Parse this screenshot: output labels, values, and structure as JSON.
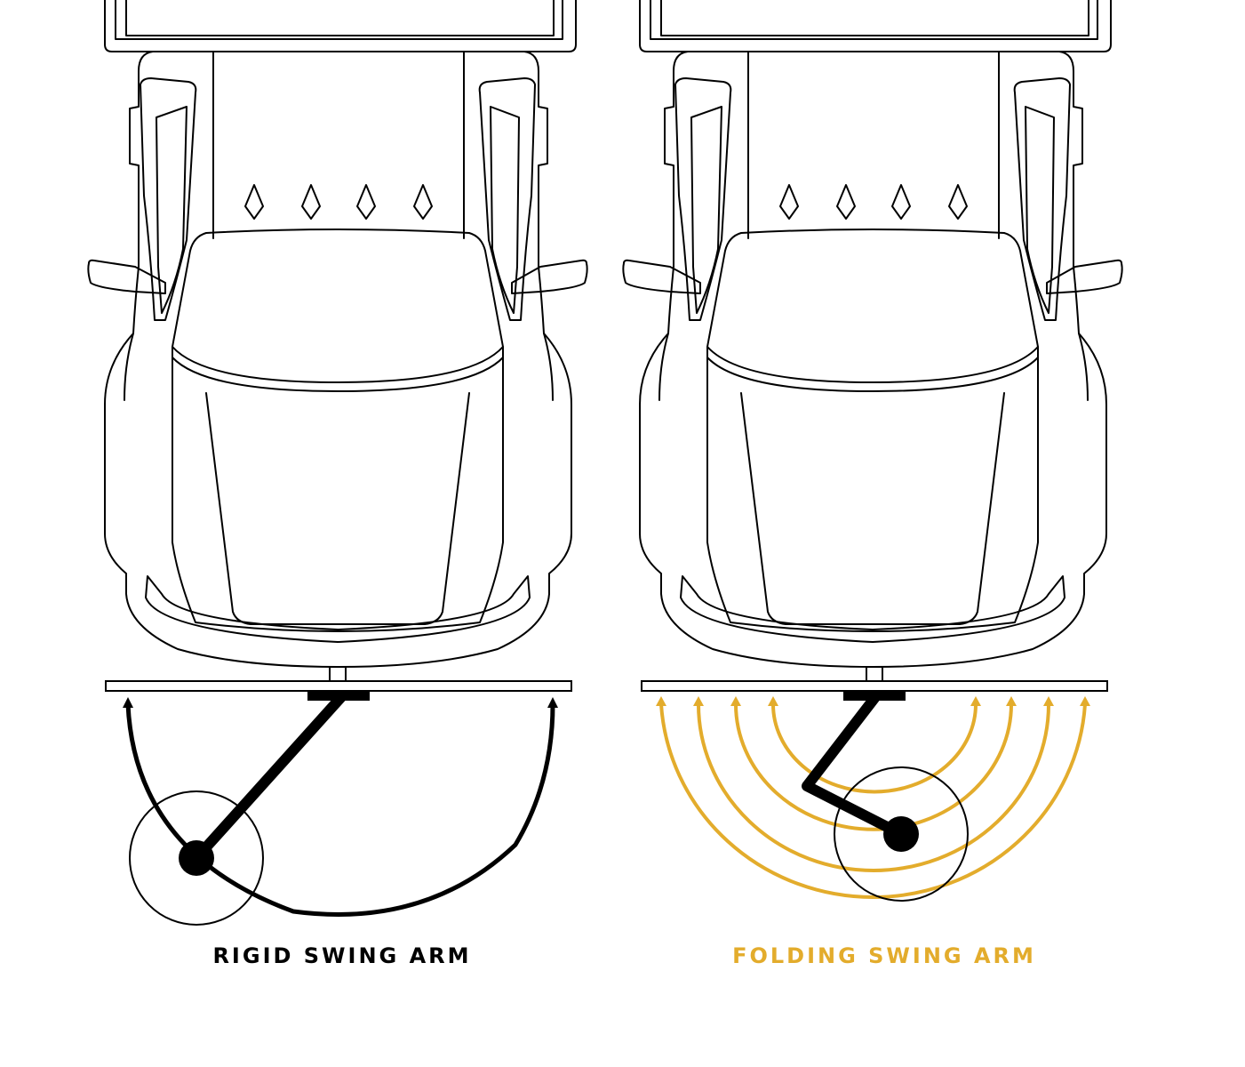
{
  "captions": {
    "rigid": "RIGID SWING ARM",
    "folding": "FOLDING SWING ARM"
  },
  "colors": {
    "line": "#000000",
    "rigid_caption": "#000000",
    "folding_accent": "#e3ac2c",
    "background": "#ffffff"
  },
  "icons": {
    "truck": "pickup-truck-top-view",
    "arm": "swing-arm",
    "arrow": "arrowhead"
  }
}
